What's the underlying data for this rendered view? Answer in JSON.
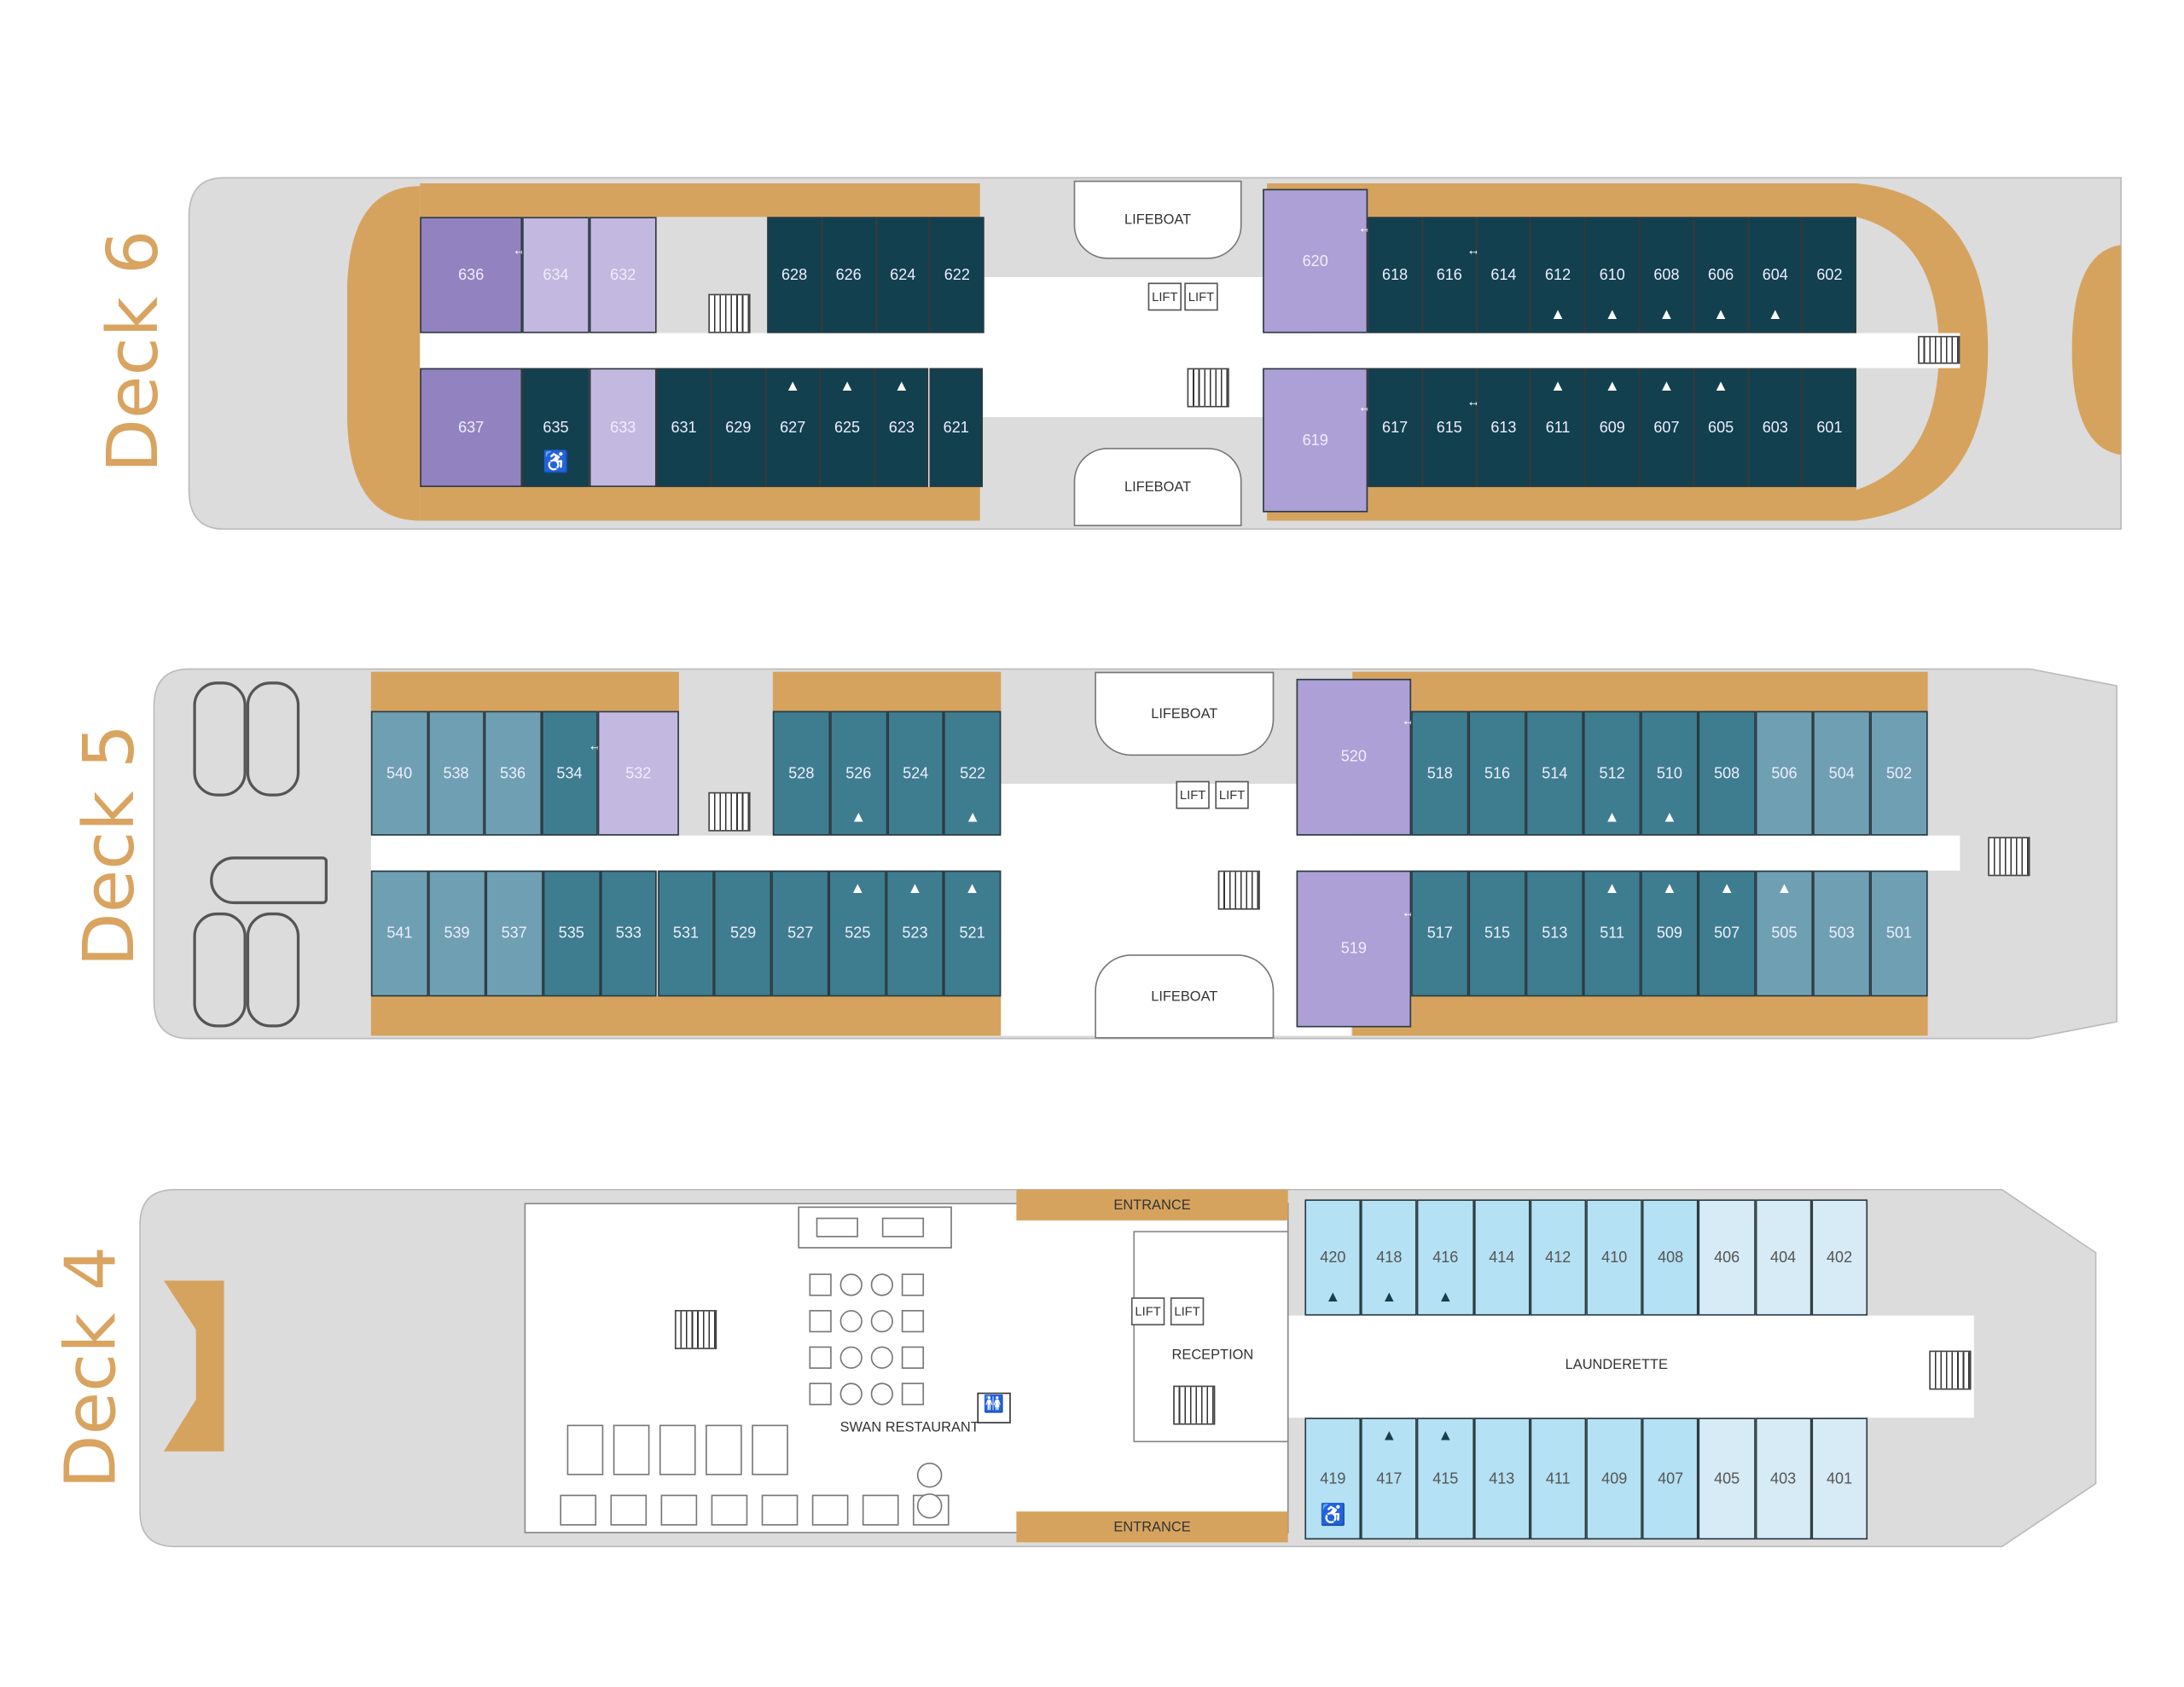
{
  "colors": {
    "hull": "#dcdcdc",
    "wood": "#d6a35e",
    "corridor": "#ffffff",
    "deck_label": "#d9a460",
    "categories": {
      "d6_dark": "#12404f",
      "d6_purple": "#9283c0",
      "d6_lav": "#ada0d6",
      "d6_pale": "#c3b8df",
      "d5_teal": "#3e7d8f",
      "d5_light": "#6f9fb2",
      "d5_lav": "#ada0d6",
      "d5_pale": "#c3b8df",
      "d4_blue": "#b4e1f3",
      "d4_pale": "#d6ebf6"
    }
  },
  "icons": {
    "triangle": "▲",
    "accessible": "♿",
    "connecting": "↔"
  },
  "decks": [
    {
      "label": "Deck 6",
      "rooms": {
        "lifeboat_top": "LIFEBOAT",
        "lifeboat_bottom": "LIFEBOAT",
        "lift_1": "LIFT",
        "lift_2": "LIFT"
      },
      "rows": [
        {
          "cabins": [
            {
              "n": "636",
              "c": "d6_purple",
              "f": [
                "connecting"
              ]
            },
            {
              "n": "634",
              "c": "d6_pale"
            },
            {
              "n": "632",
              "c": "d6_pale"
            },
            {
              "n": "628",
              "c": "d6_dark"
            },
            {
              "n": "626",
              "c": "d6_dark"
            },
            {
              "n": "624",
              "c": "d6_dark"
            },
            {
              "n": "622",
              "c": "d6_dark"
            }
          ]
        },
        {
          "cabins": [
            {
              "n": "620",
              "c": "d6_lav",
              "f": [
                "connecting"
              ]
            },
            {
              "n": "618",
              "c": "d6_dark"
            },
            {
              "n": "616",
              "c": "d6_dark",
              "f": [
                "connecting"
              ]
            },
            {
              "n": "614",
              "c": "d6_dark"
            },
            {
              "n": "612",
              "c": "d6_dark",
              "f": [
                "triangle"
              ]
            },
            {
              "n": "610",
              "c": "d6_dark",
              "f": [
                "triangle"
              ]
            },
            {
              "n": "608",
              "c": "d6_dark",
              "f": [
                "triangle"
              ]
            },
            {
              "n": "606",
              "c": "d6_dark",
              "f": [
                "triangle"
              ]
            },
            {
              "n": "604",
              "c": "d6_dark",
              "f": [
                "triangle"
              ]
            },
            {
              "n": "602",
              "c": "d6_dark"
            }
          ]
        },
        {
          "cabins": [
            {
              "n": "637",
              "c": "d6_purple"
            },
            {
              "n": "635",
              "c": "d6_dark",
              "f": [
                "accessible"
              ]
            },
            {
              "n": "633",
              "c": "d6_pale"
            },
            {
              "n": "631",
              "c": "d6_dark"
            },
            {
              "n": "629",
              "c": "d6_dark"
            },
            {
              "n": "627",
              "c": "d6_dark",
              "f": [
                "triangle"
              ]
            },
            {
              "n": "625",
              "c": "d6_dark",
              "f": [
                "triangle"
              ]
            },
            {
              "n": "623",
              "c": "d6_dark",
              "f": [
                "triangle"
              ]
            },
            {
              "n": "621",
              "c": "d6_dark"
            }
          ]
        },
        {
          "cabins": [
            {
              "n": "619",
              "c": "d6_lav",
              "f": [
                "connecting"
              ]
            },
            {
              "n": "617",
              "c": "d6_dark"
            },
            {
              "n": "615",
              "c": "d6_dark",
              "f": [
                "connecting"
              ]
            },
            {
              "n": "613",
              "c": "d6_dark"
            },
            {
              "n": "611",
              "c": "d6_dark",
              "f": [
                "triangle"
              ]
            },
            {
              "n": "609",
              "c": "d6_dark",
              "f": [
                "triangle"
              ]
            },
            {
              "n": "607",
              "c": "d6_dark",
              "f": [
                "triangle"
              ]
            },
            {
              "n": "605",
              "c": "d6_dark",
              "f": [
                "triangle"
              ]
            },
            {
              "n": "603",
              "c": "d6_dark"
            },
            {
              "n": "601",
              "c": "d6_dark"
            }
          ]
        }
      ]
    },
    {
      "label": "Deck 5",
      "rooms": {
        "lifeboat_top": "LIFEBOAT",
        "lifeboat_bottom": "LIFEBOAT",
        "lift_1": "LIFT",
        "lift_2": "LIFT"
      },
      "rows": [
        {
          "cabins": [
            {
              "n": "540",
              "c": "d5_light"
            },
            {
              "n": "538",
              "c": "d5_light"
            },
            {
              "n": "536",
              "c": "d5_light"
            },
            {
              "n": "534",
              "c": "d5_teal",
              "f": [
                "connecting"
              ]
            },
            {
              "n": "532",
              "c": "d5_pale"
            },
            {
              "n": "528",
              "c": "d5_teal"
            },
            {
              "n": "526",
              "c": "d5_teal",
              "f": [
                "triangle"
              ]
            },
            {
              "n": "524",
              "c": "d5_teal"
            },
            {
              "n": "522",
              "c": "d5_teal",
              "f": [
                "triangle"
              ]
            }
          ]
        },
        {
          "cabins": [
            {
              "n": "520",
              "c": "d5_lav",
              "f": [
                "connecting"
              ]
            },
            {
              "n": "518",
              "c": "d5_teal"
            },
            {
              "n": "516",
              "c": "d5_teal"
            },
            {
              "n": "514",
              "c": "d5_teal"
            },
            {
              "n": "512",
              "c": "d5_teal",
              "f": [
                "triangle"
              ]
            },
            {
              "n": "510",
              "c": "d5_teal",
              "f": [
                "triangle"
              ]
            },
            {
              "n": "508",
              "c": "d5_teal"
            },
            {
              "n": "506",
              "c": "d5_light"
            },
            {
              "n": "504",
              "c": "d5_light"
            },
            {
              "n": "502",
              "c": "d5_light"
            }
          ]
        },
        {
          "cabins": [
            {
              "n": "541",
              "c": "d5_light"
            },
            {
              "n": "539",
              "c": "d5_light"
            },
            {
              "n": "537",
              "c": "d5_light"
            },
            {
              "n": "535",
              "c": "d5_teal"
            },
            {
              "n": "533",
              "c": "d5_teal"
            },
            {
              "n": "531",
              "c": "d5_teal"
            },
            {
              "n": "529",
              "c": "d5_teal"
            },
            {
              "n": "527",
              "c": "d5_teal"
            },
            {
              "n": "525",
              "c": "d5_teal",
              "f": [
                "triangle"
              ]
            },
            {
              "n": "523",
              "c": "d5_teal",
              "f": [
                "triangle"
              ]
            },
            {
              "n": "521",
              "c": "d5_teal",
              "f": [
                "triangle"
              ]
            }
          ]
        },
        {
          "cabins": [
            {
              "n": "519",
              "c": "d5_lav",
              "f": [
                "connecting"
              ]
            },
            {
              "n": "517",
              "c": "d5_teal"
            },
            {
              "n": "515",
              "c": "d5_teal"
            },
            {
              "n": "513",
              "c": "d5_teal"
            },
            {
              "n": "511",
              "c": "d5_teal",
              "f": [
                "triangle"
              ]
            },
            {
              "n": "509",
              "c": "d5_teal",
              "f": [
                "triangle"
              ]
            },
            {
              "n": "507",
              "c": "d5_teal",
              "f": [
                "triangle"
              ]
            },
            {
              "n": "505",
              "c": "d5_light",
              "f": [
                "triangle"
              ]
            },
            {
              "n": "503",
              "c": "d5_light"
            },
            {
              "n": "501",
              "c": "d5_light"
            }
          ]
        }
      ]
    },
    {
      "label": "Deck 4",
      "rooms": {
        "entrance_top": "ENTRANCE",
        "entrance_bottom": "ENTRANCE",
        "lift_1": "LIFT",
        "lift_2": "LIFT",
        "reception": "RECEPTION",
        "restaurant": "SWAN RESTAURANT",
        "launderette": "LAUNDERETTE"
      },
      "rows": [
        {
          "cabins": [
            {
              "n": "420",
              "c": "d4_blue",
              "f": [
                "triangle"
              ]
            },
            {
              "n": "418",
              "c": "d4_blue",
              "f": [
                "triangle"
              ]
            },
            {
              "n": "416",
              "c": "d4_blue",
              "f": [
                "triangle"
              ]
            },
            {
              "n": "414",
              "c": "d4_blue"
            },
            {
              "n": "412",
              "c": "d4_blue"
            },
            {
              "n": "410",
              "c": "d4_blue"
            },
            {
              "n": "408",
              "c": "d4_blue"
            },
            {
              "n": "406",
              "c": "d4_pale"
            },
            {
              "n": "404",
              "c": "d4_pale"
            },
            {
              "n": "402",
              "c": "d4_pale"
            }
          ]
        },
        {
          "cabins": [
            {
              "n": "419",
              "c": "d4_blue",
              "f": [
                "accessible"
              ]
            },
            {
              "n": "417",
              "c": "d4_blue",
              "f": [
                "triangle"
              ]
            },
            {
              "n": "415",
              "c": "d4_blue",
              "f": [
                "triangle"
              ]
            },
            {
              "n": "413",
              "c": "d4_blue"
            },
            {
              "n": "411",
              "c": "d4_blue"
            },
            {
              "n": "409",
              "c": "d4_blue"
            },
            {
              "n": "407",
              "c": "d4_blue"
            },
            {
              "n": "405",
              "c": "d4_pale"
            },
            {
              "n": "403",
              "c": "d4_pale"
            },
            {
              "n": "401",
              "c": "d4_pale"
            }
          ]
        }
      ]
    }
  ]
}
